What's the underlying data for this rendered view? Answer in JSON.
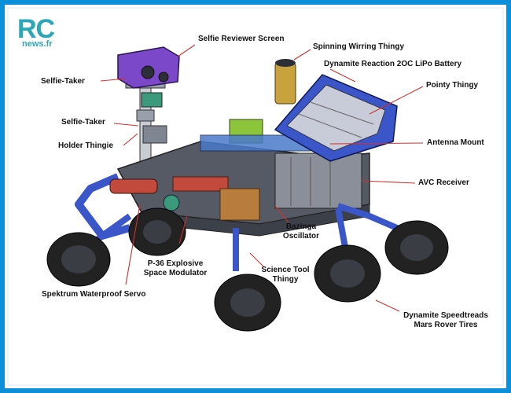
{
  "logo": {
    "main": "RC",
    "sub": "news.fr"
  },
  "labels": {
    "selfie_reviewer_screen": "Selfie Reviewer Screen",
    "spinning_wirring_thingy": "Spinning Wirring Thingy",
    "dynamite_reaction_battery": "Dynamite Reaction 2OC LiPo Battery",
    "selfie_taker_1": "Selfie-Taker",
    "pointy_thingy": "Pointy Thingy",
    "selfie_taker_2": "Selfie-Taker",
    "holder_thingie": "Holder Thingie",
    "antenna_mount": "Antenna Mount",
    "avc_receiver": "AVC Receiver",
    "bazinga_line1": "Bazinga",
    "bazinga_line2": "Oscillator",
    "p36_line1": "P-36 Explosive",
    "p36_line2": "Space Modulator",
    "science_line1": "Science Tool",
    "science_line2": "Thingy",
    "spektrum_servo": "Spektrum Waterproof Servo",
    "tires_line1": "Dynamite Speedtreads",
    "tires_line2": "Mars Rover Tires"
  },
  "colors": {
    "border": "#0a8fd8",
    "leader": "#d0302c",
    "logo": "#2aa8b8",
    "body_gray": "#555a64",
    "arm_blue": "#3b56c8",
    "camera_purple": "#7a48c8",
    "green_box": "#8cc43c",
    "tire": "#222222"
  }
}
